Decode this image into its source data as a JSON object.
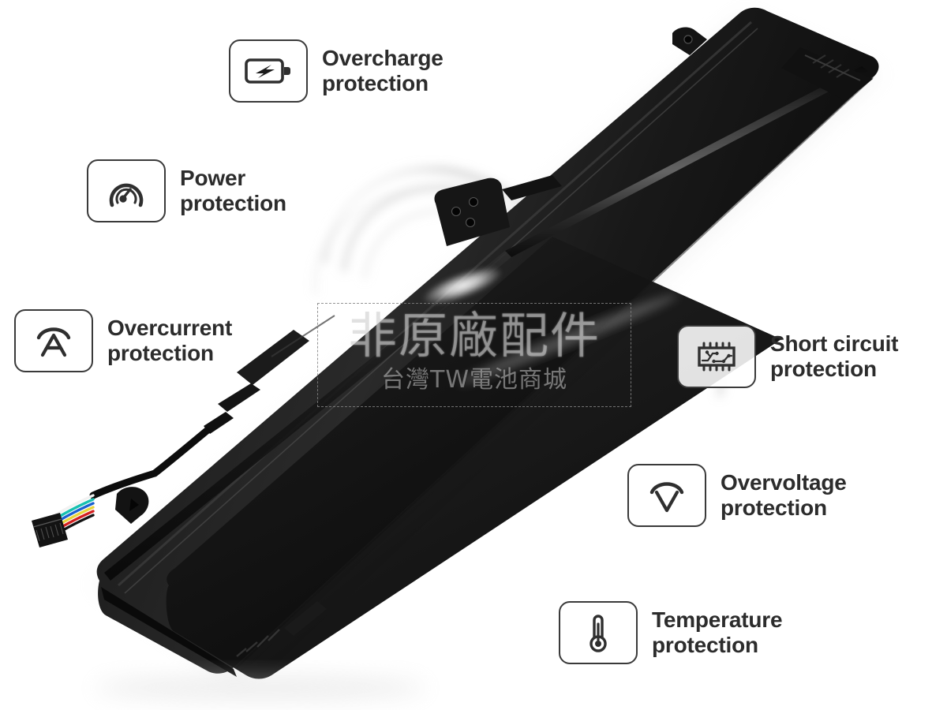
{
  "page": {
    "background_color": "#ffffff",
    "text_color": "#2c2c2c",
    "icon_stroke_color": "#3a3a3a"
  },
  "product": {
    "name": "laptop-battery-pack",
    "body_color": "#111111",
    "highlight_color": "#5a5a5a",
    "connector_wire_colors": [
      "#ffffff",
      "#18c0b0",
      "#1a5fd0",
      "#e8d53a",
      "#d32020",
      "#111111"
    ]
  },
  "watermark": {
    "main_text": "非原廠配件",
    "sub_text": "台灣TW電池商城",
    "border_style": "dashed",
    "border_color": "#828282"
  },
  "features": [
    {
      "id": "overcharge",
      "icon": "battery-charging-icon",
      "label": "Overcharge\nprotection",
      "line1": "Overcharge",
      "line2": "protection"
    },
    {
      "id": "power",
      "icon": "gauge-speedometer-icon",
      "label": "Power\nprotection",
      "line1": "Power",
      "line2": "protection"
    },
    {
      "id": "overcurrent",
      "icon": "ampere-arc-icon",
      "label": "Overcurrent\nprotection",
      "line1": "Overcurrent",
      "line2": "protection"
    },
    {
      "id": "short-circuit",
      "icon": "integrated-circuit-chip-icon",
      "label": "Short circuit\nprotection",
      "line1": "Short circuit",
      "line2": "protection"
    },
    {
      "id": "overvoltage",
      "icon": "volt-arc-icon",
      "label": "Overvoltage\nprotection",
      "line1": "Overvoltage",
      "line2": "protection"
    },
    {
      "id": "temperature",
      "icon": "thermometer-icon",
      "label": "Temperature\nprotection",
      "line1": "Temperature",
      "line2": "protection"
    }
  ]
}
